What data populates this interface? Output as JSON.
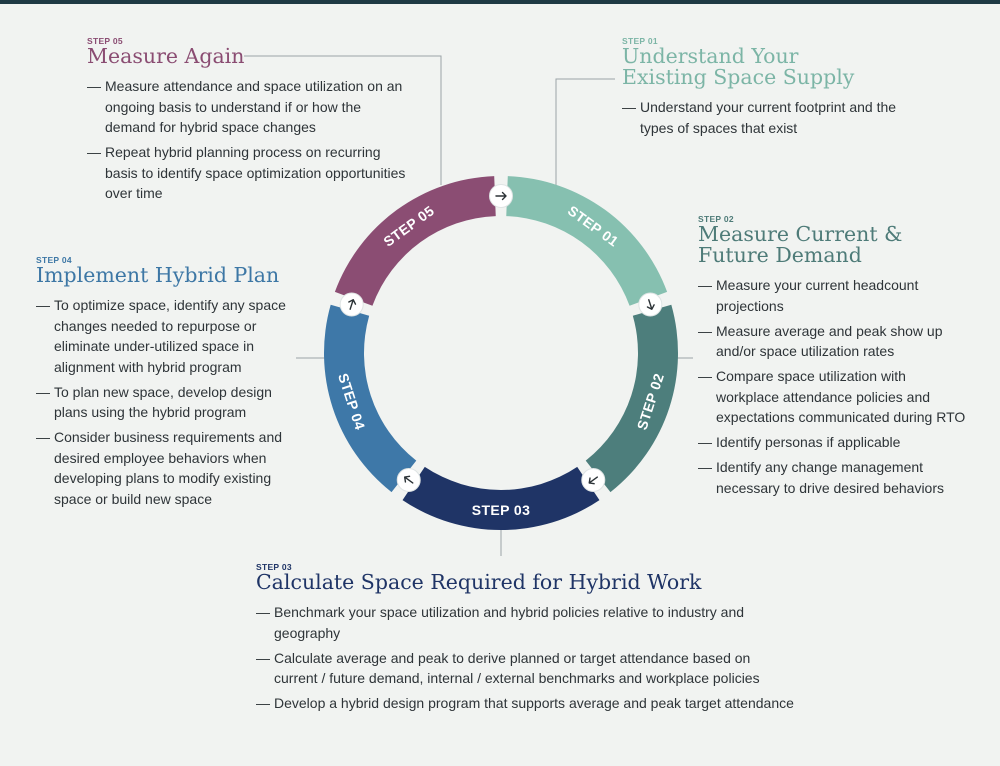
{
  "colors": {
    "step_01": "#86c0b0",
    "step_02": "#4d7e7c",
    "step_03": "#1f3466",
    "step_04": "#3e78a8",
    "step_05": "#8b4d73",
    "leader": "#9aa3a6",
    "background": "#f1f3f1"
  },
  "wheel": {
    "segments": [
      {
        "label": "STEP 01"
      },
      {
        "label": "STEP 02"
      },
      {
        "label": "STEP 03"
      },
      {
        "label": "STEP 04"
      },
      {
        "label": "STEP 05"
      }
    ],
    "connector_icon": "arrow-icon"
  },
  "steps": {
    "s1": {
      "kicker": "STEP 01",
      "title_lines": [
        "Understand Your",
        "Existing Space Supply"
      ],
      "items": [
        "Understand your current footprint and the types of spaces that exist"
      ]
    },
    "s2": {
      "kicker": "STEP 02",
      "title_lines": [
        "Measure Current &",
        "Future Demand"
      ],
      "items": [
        "Measure your current headcount projections",
        "Measure average and peak show up and/or space utilization rates",
        "Compare space utilization with workplace attendance policies and expectations communicated during RTO",
        "Identify personas if applicable",
        "Identify any change management necessary to drive desired behaviors"
      ]
    },
    "s3": {
      "kicker": "STEP 03",
      "title_lines": [
        "Calculate Space Required for Hybrid Work"
      ],
      "items": [
        "Benchmark your space utilization and hybrid policies relative to industry and geography",
        "Calculate average and peak to derive planned or target attendance based on current / future demand, internal / external benchmarks and workplace policies",
        "Develop a hybrid design program that supports average and peak target attendance"
      ]
    },
    "s4": {
      "kicker": "STEP 04",
      "title_lines": [
        "Implement Hybrid Plan"
      ],
      "items": [
        "To optimize space, identify any space changes needed to repurpose or eliminate under-utilized space in alignment with hybrid program",
        "To plan new space, develop design plans using the hybrid program",
        "Consider business requirements and desired employee behaviors when developing plans to modify existing space or build new space"
      ]
    },
    "s5": {
      "kicker": "STEP 05",
      "title_lines": [
        "Measure Again"
      ],
      "items": [
        "Measure attendance and space utilization on an ongoing basis to understand if or how the demand for hybrid space changes",
        "Repeat hybrid planning process on recurring basis to identify space optimization opportunities over time"
      ]
    }
  }
}
